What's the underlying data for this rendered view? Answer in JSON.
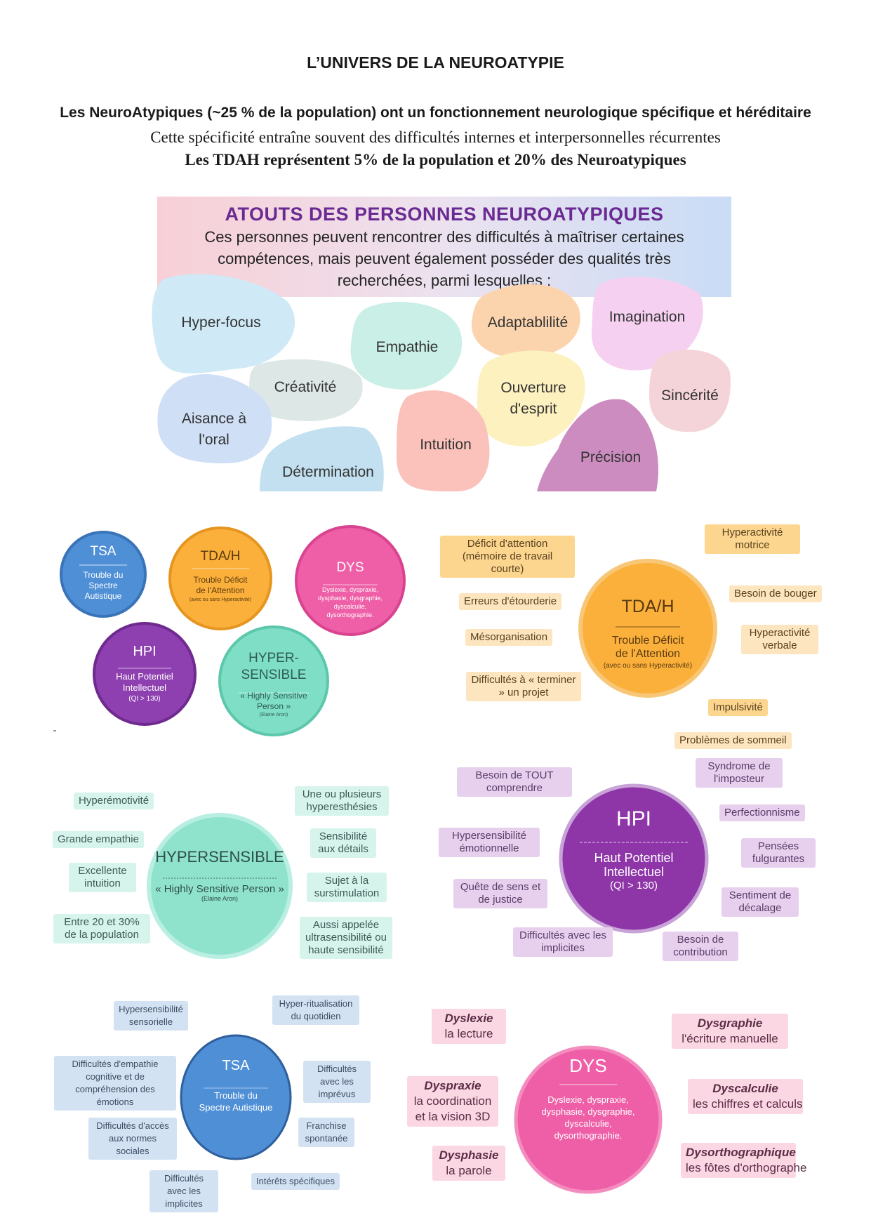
{
  "document": {
    "title": "L’UNIVERS DE LA NEUROATYPIE",
    "line1": "Les NeuroAtypiques (~25 % de la population) ont un fonctionnement neurologique spécifique et héréditaire",
    "line2": "Cette spécificité entraîne souvent des difficultés internes et interpersonnelles récurrentes",
    "line3": "Les TDAH représentent 5% de la population et 20% des Neuroatypiques"
  },
  "atouts": {
    "title": "ATOUTS DES PERSONNES NEUROATYPIQUES",
    "text_1": "Ces personnes peuvent rencontrer des difficultés à maîtriser certaines",
    "text_2": "compétences, mais peuvent également posséder des qualités très",
    "text_3": "recherchées, parmi lesquelles :",
    "qualities": [
      "Hyper-focus",
      "Empathie",
      "Adaptablilité",
      "Imagination",
      "Créativité",
      "Ouverture d'esprit",
      "Sincérité",
      "Aisance à l'oral",
      "Intuition",
      "Précision",
      "Détermination"
    ]
  },
  "overview": {
    "tsa": {
      "title": "TSA",
      "sub_1": "Trouble du",
      "sub_2": "Spectre",
      "sub_3": "Autistique"
    },
    "tdah": {
      "title": "TDA/H",
      "sub_1": "Trouble Déficit",
      "sub_2": "de l'Attention",
      "sub_3": "(avec ou sans Hyperactivité)"
    },
    "dys": {
      "title": "DYS",
      "sub_1": "Dyslexie, dyspraxie,",
      "sub_2": "dysphasie, dysgraphie,",
      "sub_3": "dyscalculie,",
      "sub_4": "dysorthographie."
    },
    "hpi": {
      "title": "HPI",
      "sub_1": "Haut Potentiel",
      "sub_2": "Intellectuel",
      "sub_3": "(QI > 130)"
    },
    "hypersensible": {
      "title_1": "HYPER-",
      "title_2": "SENSIBLE",
      "sub_1": "« Highly Sensitive",
      "sub_2": "Person »",
      "sub_3": "(Elaine Aron)"
    }
  },
  "tdah_detail": {
    "title": "TDA/H",
    "sub_1": "Trouble Déficit",
    "sub_2": "de l'Attention",
    "sub_3": "(avec ou sans Hyperactivité)",
    "tags": [
      "Déficit d'attention (mémoire de travail courte)",
      "Hyperactivité motrice",
      "Erreurs d'étourderie",
      "Besoin de bouger",
      "Mésorganisation",
      "Hyperactivité verbale",
      "Difficultés à « terminer » un projet",
      "Impulsivité",
      "Problèmes de sommeil"
    ]
  },
  "hyper_detail": {
    "title": "HYPERSENSIBLE",
    "sub_1": "« Highly Sensitive Person »",
    "sub_2": "(Elaine Aron)",
    "tags": [
      "Hyperémotivité",
      "Une ou plusieurs hyperesthésies",
      "Grande empathie",
      "Sensibilité aux détails",
      "Excellente intuition",
      "Sujet à la surstimulation",
      "Entre 20 et 30% de la population",
      "Aussi appelée ultrasensibilité ou haute sensibilité"
    ]
  },
  "hpi_detail": {
    "title": "HPI",
    "sub_1": "Haut Potentiel",
    "sub_2": "Intellectuel",
    "sub_3": "(QI > 130)",
    "tags": [
      "Besoin de TOUT comprendre",
      "Syndrome de l'imposteur",
      "Perfectionnisme",
      "Hypersensibilité émotionnelle",
      "Pensées fulgurantes",
      "Quête de sens et de justice",
      "Sentiment de décalage",
      "Difficultés avec les implicites",
      "Besoin de contribution"
    ]
  },
  "tsa_detail": {
    "title": "TSA",
    "sub_1": "Trouble du",
    "sub_2": "Spectre Autistique",
    "tags": [
      "Hypersensibilité sensorielle",
      "Hyper-ritualisation du quotidien",
      "Difficultés d'empathie cognitive et de compréhension des émotions",
      "Difficultés avec les imprévus",
      "Difficultés d'accès aux normes sociales",
      "Franchise spontanée",
      "Difficultés avec les implicites",
      "Intérêts spécifiques"
    ]
  },
  "dys_detail": {
    "title": "DYS",
    "sub_1": "Dyslexie, dyspraxie,",
    "sub_2": "dysphasie, dysgraphie,",
    "sub_3": "dyscalculie,",
    "sub_4": "dysorthographie.",
    "tags": [
      {
        "name": "Dyslexie",
        "desc": "la lecture"
      },
      {
        "name": "Dysgraphie",
        "desc": "l'écriture manuelle"
      },
      {
        "name": "Dyspraxie",
        "desc": "la coordination et la vision 3D"
      },
      {
        "name": "Dyscalculie",
        "desc": "les chiffres et calculs"
      },
      {
        "name": "Dysphasie",
        "desc": "la parole"
      },
      {
        "name": "Dysorthographique",
        "desc": "les fôtes d'orthographe"
      }
    ]
  }
}
